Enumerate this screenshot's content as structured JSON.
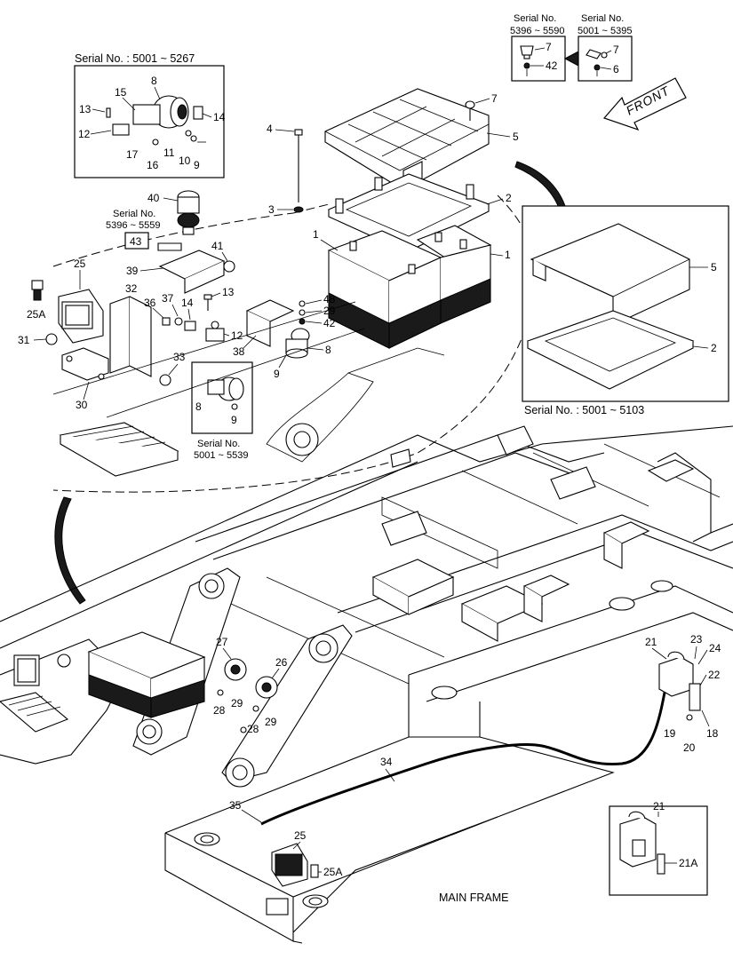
{
  "diagram": {
    "main_label": "MAIN FRAME",
    "front_label": "FRONT",
    "insets": [
      {
        "id": "inset-5001-5267",
        "caption": "Serial No. : 5001 ~ 5267"
      },
      {
        "id": "inset-5396-5590",
        "caption_line1": "Serial No.",
        "caption_line2": "5396 ~ 5590"
      },
      {
        "id": "inset-5001-5395",
        "caption_line1": "Serial No.",
        "caption_line2": "5001 ~ 5395"
      },
      {
        "id": "inset-5001-5103",
        "caption": "Serial No. : 5001 ~ 5103"
      },
      {
        "id": "inset-5001-5539",
        "caption_line1": "Serial No.",
        "caption_line2": "5001 ~ 5539"
      },
      {
        "id": "label-5396-5559",
        "caption_line1": "Serial No.",
        "caption_line2": "5396 ~ 5559"
      }
    ],
    "callouts": {
      "c1": "1",
      "c1b": "1",
      "c2": "2",
      "c2b": "2",
      "c3": "3",
      "c4": "4",
      "c5": "5",
      "c5b": "5",
      "c6": "6",
      "c7": "7",
      "c7b": "7",
      "c7c": "7",
      "c8": "8",
      "c8b": "8",
      "c8c": "8",
      "c9": "9",
      "c9b": "9",
      "c9c": "9",
      "c10": "10",
      "c11": "11",
      "c12": "12",
      "c12b": "12",
      "c13": "13",
      "c13b": "13",
      "c14": "14",
      "c14b": "14",
      "c15": "15",
      "c16": "16",
      "c17": "17",
      "c18": "18",
      "c19": "19",
      "c20": "20",
      "c21": "21",
      "c21b": "21",
      "c21a": "21A",
      "c22": "22",
      "c23": "23",
      "c24": "24",
      "c25": "25",
      "c25b": "25",
      "c25a": "25A",
      "c25ab": "25A",
      "c26": "26",
      "c27": "27",
      "c28": "28",
      "c28b": "28",
      "c29": "29",
      "c29b": "29",
      "c29c": "29",
      "c30": "30",
      "c31": "31",
      "c32": "32",
      "c33": "33",
      "c34": "34",
      "c35": "35",
      "c36": "36",
      "c37": "37",
      "c38": "38",
      "c39": "39",
      "c40": "40",
      "c41": "41",
      "c42": "42",
      "c42b": "42",
      "c43": "43",
      "c48": "48"
    }
  }
}
